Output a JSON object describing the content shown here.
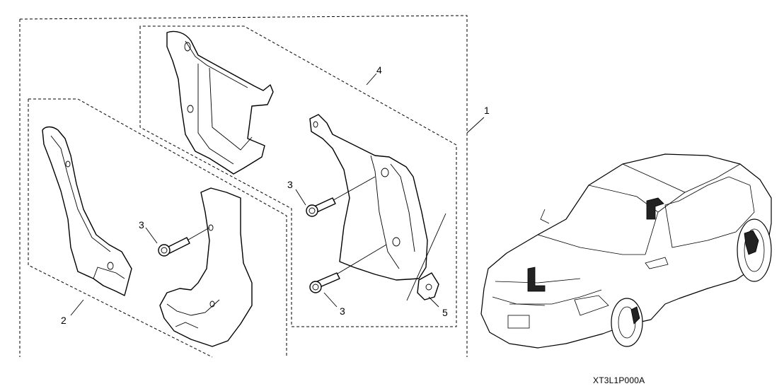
{
  "callouts": {
    "c1": "1",
    "c2": "2",
    "c3a": "3",
    "c3b": "3",
    "c3c": "3",
    "c4": "4",
    "c5": "5"
  },
  "figure_code": "XT3L1P000A"
}
